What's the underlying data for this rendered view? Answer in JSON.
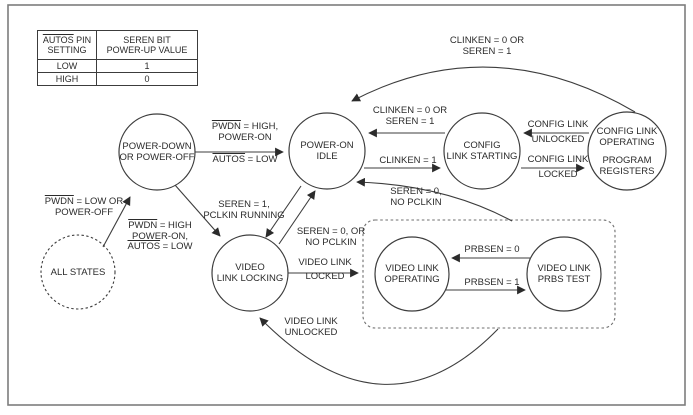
{
  "colors": {
    "ink": "#3d3d3d",
    "text": "#2b2b2b",
    "outer_border": "#7d7d7d",
    "background": "#ffffff"
  },
  "table": {
    "header_col1_ovl": "AUTOS",
    "header_col1_rest": " PIN",
    "header_col1_line2": "SETTING",
    "header_col2_line1": "SEREN BIT",
    "header_col2_line2": "POWER-UP VALUE",
    "rows": [
      [
        "LOW",
        "1"
      ],
      [
        "HIGH",
        "0"
      ]
    ]
  },
  "states": {
    "power_down": {
      "l1": "POWER-DOWN",
      "l2": "OR POWER-OFF"
    },
    "idle": {
      "l1": "POWER-ON",
      "l2": "IDLE"
    },
    "starting": {
      "l1": "CONFIG",
      "l2": "LINK STARTING"
    },
    "operating": {
      "l1": "CONFIG LINK",
      "l2": "OPERATING",
      "l3": "PROGRAM",
      "l4": "REGISTERS"
    },
    "all_states": {
      "l1": "ALL STATES"
    },
    "locking": {
      "l1": "VIDEO",
      "l2": "LINK LOCKING"
    },
    "v_operating": {
      "l1": "VIDEO LINK",
      "l2": "OPERATING"
    },
    "prbs": {
      "l1": "VIDEO LINK",
      "l2": "PRBS TEST"
    }
  },
  "transitions": {
    "all_to_pd": {
      "l1_ovl": "PWDN",
      "l1_rest": " = LOW OR",
      "l2": "POWER-OFF"
    },
    "pd_to_idle": {
      "l1_ovl": "PWDN",
      "l1_rest": " = HIGH,",
      "l2": "POWER-ON",
      "l3_ovl": "AUTOS",
      "l3_rest": " = LOW"
    },
    "pd_to_locking": {
      "l1_ovl": "PWDN",
      "l1_rest": " = HIGH",
      "l2": "POWER-ON,",
      "l3_ovl": "AUTOS",
      "l3_rest": " = LOW"
    },
    "idle_to_locking": {
      "l1": "SEREN = 1,",
      "l2": "PCLKIN RUNNING"
    },
    "locking_to_idle": {
      "l1": "SEREN = 0, OR",
      "l2": "NO PCLKIN"
    },
    "starting_to_idle": {
      "l1": "CLINKEN = 0 OR",
      "l2": "SEREN = 1"
    },
    "idle_to_starting": {
      "l1": "CLINKEN = 1"
    },
    "operating_to_starting": {
      "l1": "CONFIG LINK",
      "l2": "UNLOCKED"
    },
    "starting_to_operating": {
      "l1": "CONFIG LINK",
      "l2": "LOCKED"
    },
    "operating_to_idle_arc": {
      "l1": "CLINKEN = 0 OR",
      "l2": "SEREN = 1"
    },
    "group_to_idle": {
      "l1": "SEREN = 0,",
      "l2": "NO PCLKIN"
    },
    "locking_to_group": {
      "l1": "VIDEO LINK",
      "l2": "LOCKED"
    },
    "group_to_locking": {
      "l1": "VIDEO LINK",
      "l2": "UNLOCKED"
    },
    "prbs_to_voperating": {
      "l1": "PRBSEN = 0"
    },
    "voperating_to_prbs": {
      "l1": "PRBSEN = 1"
    }
  }
}
